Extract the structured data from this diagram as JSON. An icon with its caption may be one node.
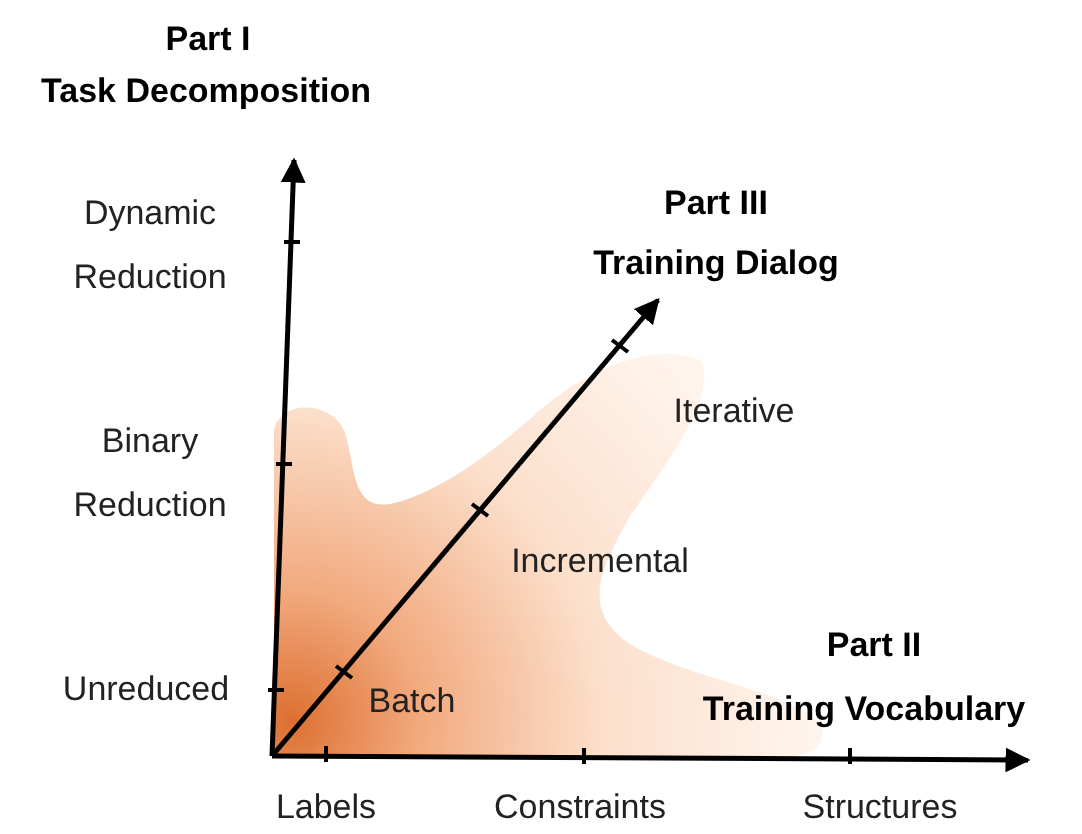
{
  "diagram": {
    "labels": [
      "Part I",
      "Task Decomposition",
      "Dynamic Reduction",
      "Part III",
      "Training Dialog",
      "Iterative",
      "Binary Reduction",
      "Incremental",
      "Unreduced",
      "Batch",
      "Part II",
      "Training Vocabulary",
      "Labels",
      "Constraints",
      "Structures"
    ]
  }
}
